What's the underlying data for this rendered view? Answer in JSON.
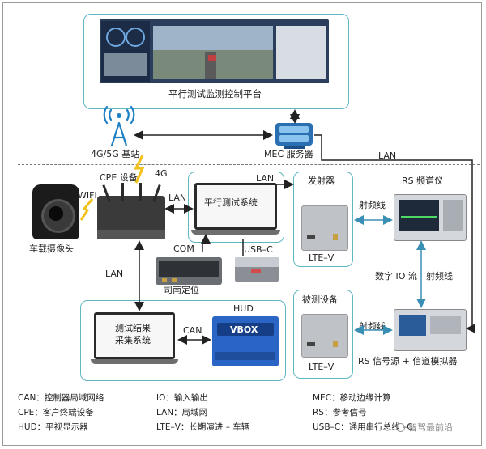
{
  "labels": {
    "platform": "平行测试监测控制平台",
    "base_station": "4G/5G 基站",
    "mec_server": "MEC 服务器",
    "lan_top": "LAN",
    "cpe": "CPE 设备",
    "fourg": "4G",
    "wifi": "WIFI",
    "lan_cpe_par": "LAN",
    "lan_par_right": "LAN",
    "parallel_system": "平行测试系统",
    "camera": "车载摄像头",
    "com": "COM",
    "usbc": "USB–C",
    "gps": "司南定位",
    "lan_left": "LAN",
    "hud": "HUD",
    "results_system_line1": "测试结果",
    "results_system_line2": "采集系统",
    "can": "CAN",
    "vbox": "VBOX",
    "transmitter": "发射器",
    "rf_line1": "射频线",
    "rs_spectrum": "RS 频谱仪",
    "ltev_1": "LTE–V",
    "digital_io": "数字 IO 流",
    "rf_line2": "射频线",
    "dut": "被测设备",
    "rf_line3": "射频线",
    "ltev_2": "LTE–V",
    "rs_signal": "RS 信号源 + 信道模拟器"
  },
  "legend": [
    "CAN：控制器局域网络",
    "IO：输入输出",
    "MEC：移动边缘计算",
    "CPE：客户终端设备",
    "LAN：局域网",
    "RS：参考信号",
    "HUD：平视显示器",
    "LTE–V：长期演进 – 车辆",
    "USB–C：通用串行总线 –C"
  ],
  "watermark": "智驾最前沿",
  "colors": {
    "box_border": "#5fb7c4",
    "arrow": "#222222",
    "rf_arrow": "#3a8fb5",
    "icon_blue": "#1d7fc4",
    "lightning": "#f2c21b"
  }
}
